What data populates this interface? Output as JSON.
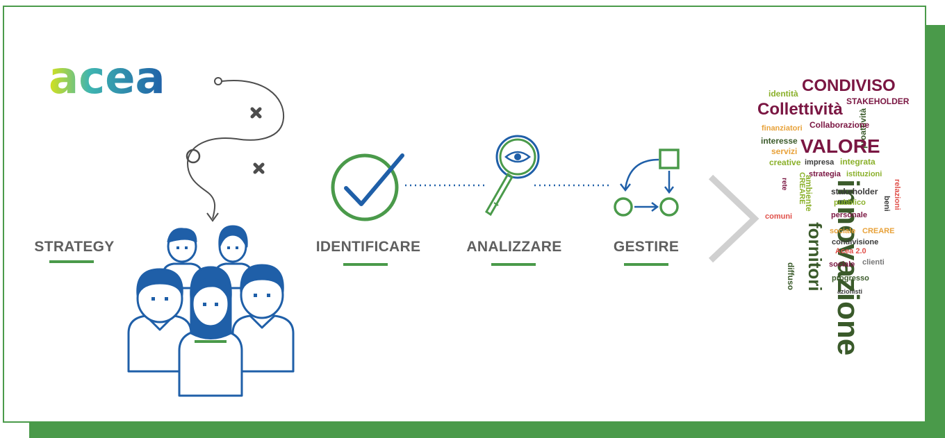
{
  "colors": {
    "green": "#4a9a4a",
    "blue": "#1f5fa8",
    "gray_text": "#5f5f5f",
    "dark_gray": "#4d4d4d",
    "chevron": "#d0d0d0",
    "maroon": "#7a1642",
    "olive": "#8ab02a",
    "dark_green": "#3a5a2a",
    "orange": "#e8a23a",
    "red": "#e0504a"
  },
  "logo": {
    "text": "acea"
  },
  "steps": [
    {
      "label": "STRATEGY",
      "icon": "team-people-icon"
    },
    {
      "label": "IDENTIFICARE",
      "icon": "checkmark-circle-icon"
    },
    {
      "label": "ANALIZZARE",
      "icon": "magnifier-eye-icon"
    },
    {
      "label": "GESTIRE",
      "icon": "workflow-icon"
    }
  ],
  "wordcloud": [
    {
      "text": "identità",
      "color": "#8ab02a"
    },
    {
      "text": "CONDIVISO",
      "color": "#7a1642"
    },
    {
      "text": "STAKEHOLDER",
      "color": "#7a1642"
    },
    {
      "text": "Collettività",
      "color": "#7a1642"
    },
    {
      "text": "proattività",
      "color": "#3a5a2a"
    },
    {
      "text": "finanziatori",
      "color": "#e8a23a"
    },
    {
      "text": "Collaborazione",
      "color": "#7a1642"
    },
    {
      "text": "interesse",
      "color": "#3a5a2a"
    },
    {
      "text": "VALORE",
      "color": "#7a1642"
    },
    {
      "text": "servizi",
      "color": "#e8a23a"
    },
    {
      "text": "creative",
      "color": "#8ab02a"
    },
    {
      "text": "impresa",
      "color": "#3a3a3a"
    },
    {
      "text": "integrata",
      "color": "#8ab02a"
    },
    {
      "text": "strategia",
      "color": "#7a1642"
    },
    {
      "text": "istituzioni",
      "color": "#8ab02a"
    },
    {
      "text": "rete",
      "color": "#7a1642"
    },
    {
      "text": "CREARE",
      "color": "#8ab02a"
    },
    {
      "text": "ambiente",
      "color": "#8ab02a"
    },
    {
      "text": "innovazione",
      "color": "#3a5a2a"
    },
    {
      "text": "stakeholder",
      "color": "#3a3a3a"
    },
    {
      "text": "relazioni",
      "color": "#e0504a"
    },
    {
      "text": "pubblico",
      "color": "#8ab02a"
    },
    {
      "text": "beni",
      "color": "#3a3a3a"
    },
    {
      "text": "comuni",
      "color": "#e0504a"
    },
    {
      "text": "personale",
      "color": "#7a1642"
    },
    {
      "text": "fornitori",
      "color": "#3a5a2a"
    },
    {
      "text": "sociale",
      "color": "#e8a23a"
    },
    {
      "text": "CREARE",
      "color": "#e8a23a"
    },
    {
      "text": "condivisione",
      "color": "#3a3a3a"
    },
    {
      "text": "Acea 2.0",
      "color": "#e0504a"
    },
    {
      "text": "sociale",
      "color": "#7a1642"
    },
    {
      "text": "clienti",
      "color": "#777777"
    },
    {
      "text": "diffuso",
      "color": "#3a5a2a"
    },
    {
      "text": "progresso",
      "color": "#3a5a2a"
    },
    {
      "text": "azionisti",
      "color": "#3a3a3a"
    }
  ]
}
